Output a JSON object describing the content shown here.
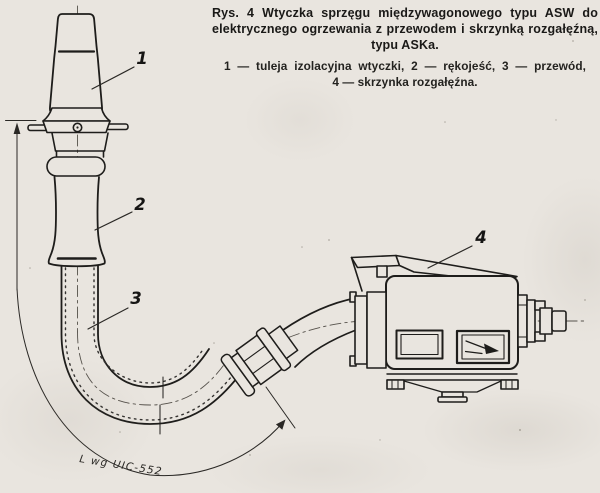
{
  "caption": {
    "title_line1": "Rys. 4 Wtyczka sprzęgu międzywagonowego typu ASW do",
    "title_line2": "elektrycznego ogrzewania z przewodem i skrzynką rozgałęźną,",
    "title_line3": "typu ASKa.",
    "legend_line1": "1 — tuleja izolacyjna wtyczki, 2 — rękojeść, 3 — przewód,",
    "legend_line2": "4 — skrzynka rozgałęźna."
  },
  "diagram": {
    "part_labels": {
      "insulating_sleeve": "1",
      "handle": "2",
      "cable": "3",
      "junction_box": "4"
    },
    "dimension_label": "L wg UIC-552",
    "ink_color": "#1e1d1b",
    "paper_color": "#e9e5df"
  }
}
